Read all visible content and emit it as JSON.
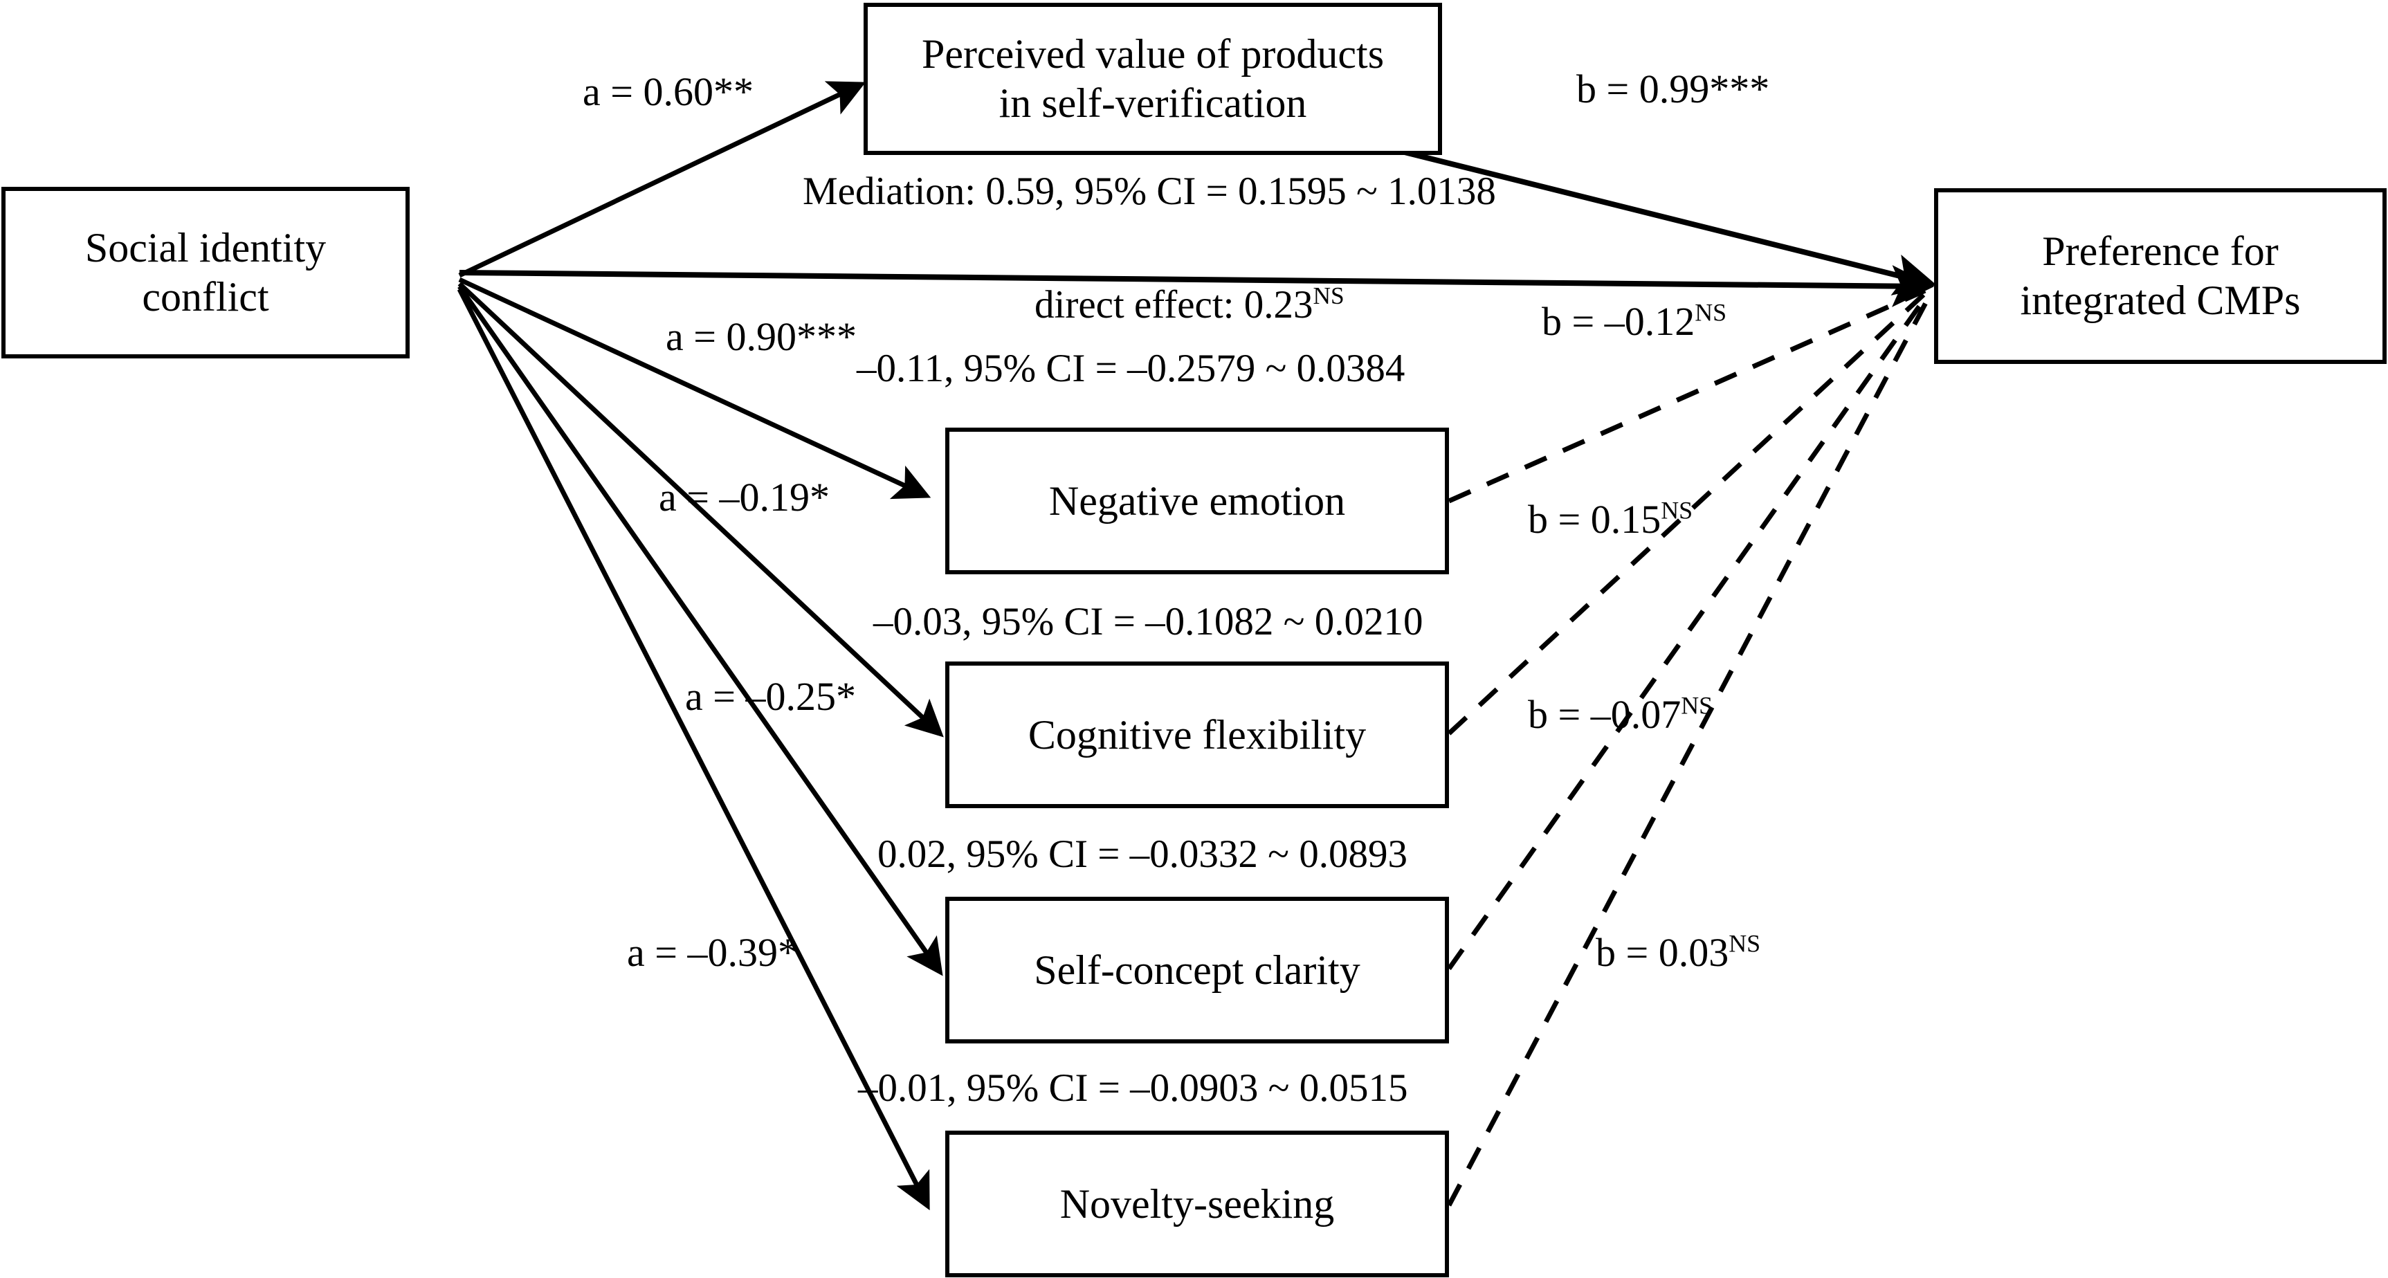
{
  "figure": {
    "type": "path-diagram",
    "title": "Parallel mediation model: Social identity conflict to preference for integrated CMPs"
  },
  "nodes": {
    "predictor": {
      "id": "social-identity-conflict",
      "label": "Social identity\nconflict"
    },
    "outcome": {
      "id": "preference-integrated-cmps",
      "label": "Preference for\nintegrated CMPs"
    },
    "mediators": [
      {
        "id": "perceived-value",
        "label": "Perceived value of products\nin self-verification"
      },
      {
        "id": "negative-emotion",
        "label": "Negative emotion"
      },
      {
        "id": "cognitive-flexibility",
        "label": "Cognitive flexibility"
      },
      {
        "id": "self-concept-clarity",
        "label": "Self-concept clarity"
      },
      {
        "id": "novelty-seeking",
        "label": "Novelty-seeking"
      }
    ]
  },
  "a_paths": [
    {
      "target": "perceived-value",
      "label": "a = 0.60",
      "sig": "**"
    },
    {
      "target": "negative-emotion",
      "label": "a = 0.90",
      "sig": "***"
    },
    {
      "target": "cognitive-flexibility",
      "label": "a = –0.19",
      "sig": "*"
    },
    {
      "target": "self-concept-clarity",
      "label": "a = –0.25",
      "sig": "*"
    },
    {
      "target": "novelty-seeking",
      "label": "a = –0.39",
      "sig": "*"
    }
  ],
  "b_paths": [
    {
      "source": "perceived-value",
      "label": "b = 0.99",
      "sig": "***",
      "sup": ""
    },
    {
      "source": "negative-emotion",
      "label": "b = –0.12",
      "sig": "",
      "sup": "NS"
    },
    {
      "source": "cognitive-flexibility",
      "label": "b = 0.15",
      "sig": "",
      "sup": "NS"
    },
    {
      "source": "self-concept-clarity",
      "label": "b = –0.07",
      "sig": "",
      "sup": "NS"
    },
    {
      "source": "novelty-seeking",
      "label": "b = 0.03",
      "sig": "",
      "sup": "NS"
    }
  ],
  "effects": {
    "mediation_perceived_value": "Mediation: 0.59, 95% CI = 0.1595 ~ 1.0138",
    "direct_effect": "direct effect: 0.23",
    "direct_effect_sup": "NS",
    "indirect_negative_emotion": "–0.11, 95% CI = –0.2579 ~ 0.0384",
    "indirect_cognitive_flexibility": "–0.03, 95% CI = –0.1082 ~ 0.0210",
    "indirect_self_concept_clarity": "0.02, 95% CI = –0.0332 ~ 0.0893",
    "indirect_novelty_seeking": "–0.01, 95% CI = –0.0903 ~ 0.0515"
  },
  "style": {
    "stroke_color": "#000000",
    "background": "#ffffff",
    "solid_line": "a-paths, direct effect, b-path from perceived value",
    "dashed_line": "b-paths from negative emotion, cognitive flexibility, self-concept clarity, novelty-seeking"
  }
}
